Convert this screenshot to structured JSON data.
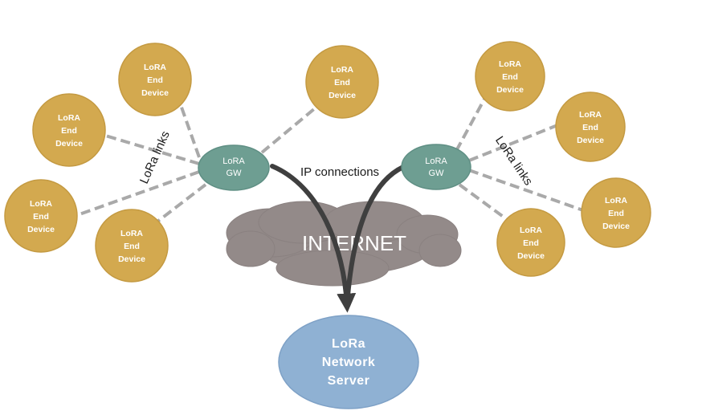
{
  "colors": {
    "end_device": "#d3a94f",
    "end_device_stroke": "#c49a42",
    "gateway": "#6e9e92",
    "gateway_stroke": "#5f8f84",
    "server": "#8fb1d3",
    "server_stroke": "#7ea1c6",
    "cloud": "#938a89",
    "cloud_stroke": "#8a8180",
    "link": "#a9a9a9",
    "arrow": "#3f3f3f"
  },
  "end_device": {
    "line1": "LoRA",
    "line2": "End",
    "line3": "Device"
  },
  "gateway": {
    "line1": "LoRA",
    "line2": "GW"
  },
  "internet": {
    "label": "INTERNET"
  },
  "server": {
    "line1": "LoRa",
    "line2": "Network",
    "line3": "Server"
  },
  "labels": {
    "lora_links_left": "LoRa links",
    "lora_links_right": "LoRa links",
    "ip_connections": "IP connections"
  }
}
